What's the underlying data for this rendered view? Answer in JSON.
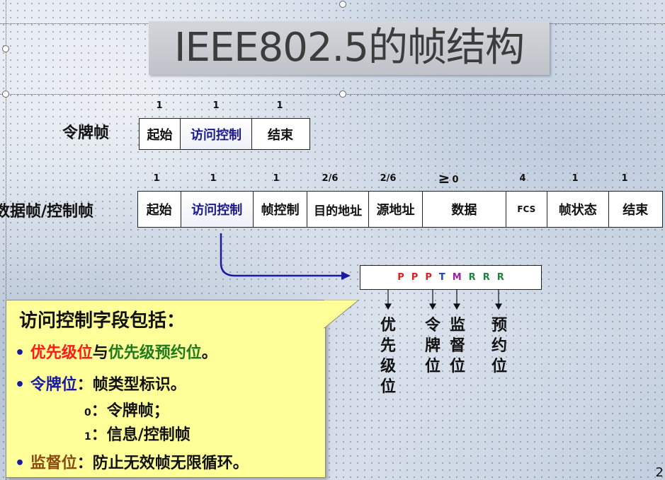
{
  "title": "IEEE802.5的帧结构",
  "token_frame": {
    "label": "令牌帧",
    "fields": [
      {
        "size": "1",
        "name": "起始"
      },
      {
        "size": "1",
        "name": "访问控制"
      },
      {
        "size": "1",
        "name": "结束"
      }
    ]
  },
  "data_frame": {
    "label": "数据帧/控制帧",
    "fields": [
      {
        "size": "1",
        "name": "起始"
      },
      {
        "size": "1",
        "name": "访问控制"
      },
      {
        "size": "1",
        "name": "帧控制"
      },
      {
        "size": "2/6",
        "name": "目的地址"
      },
      {
        "size": "2/6",
        "name": "源地址"
      },
      {
        "size": "≥",
        "size_sub": "0",
        "name": "数据"
      },
      {
        "size": "4",
        "name": "FCS"
      },
      {
        "size": "1",
        "name": "帧状态"
      },
      {
        "size": "1",
        "name": "结束"
      }
    ]
  },
  "access_control_bits": [
    {
      "char": "P",
      "color": "#e02020"
    },
    {
      "char": "P",
      "color": "#e02020"
    },
    {
      "char": "P",
      "color": "#e02020"
    },
    {
      "char": "T",
      "color": "#2040c0"
    },
    {
      "char": "M",
      "color": "#a020a0"
    },
    {
      "char": "R",
      "color": "#208040"
    },
    {
      "char": "R",
      "color": "#208040"
    },
    {
      "char": "R",
      "color": "#208040"
    }
  ],
  "bit_labels": {
    "priority": "优先级位",
    "token": "令牌位",
    "monitor": "监督位",
    "reservation": "预约位"
  },
  "callout": {
    "heading": "访问控制字段包括：",
    "line1": {
      "bullet": "•",
      "part1": "优先级位",
      "part2": "与",
      "part3": "优先级预约位",
      "part4": "。"
    },
    "line2": {
      "bullet": "•",
      "part1": "令牌位",
      "part2": "：帧类型标识。"
    },
    "line3": {
      "num": "0",
      "text": "：令牌帧；"
    },
    "line4": {
      "num": "1",
      "text": "：信息/控制帧"
    },
    "line5": {
      "bullet": "•",
      "part1": "监督位",
      "part2": "：防止无效帧无限循环。"
    },
    "colors": {
      "red": "#ff1a1a",
      "green": "#1d7a1d",
      "blue": "#1a1aa0",
      "brown": "#8a4a10"
    }
  },
  "page_number": "2"
}
